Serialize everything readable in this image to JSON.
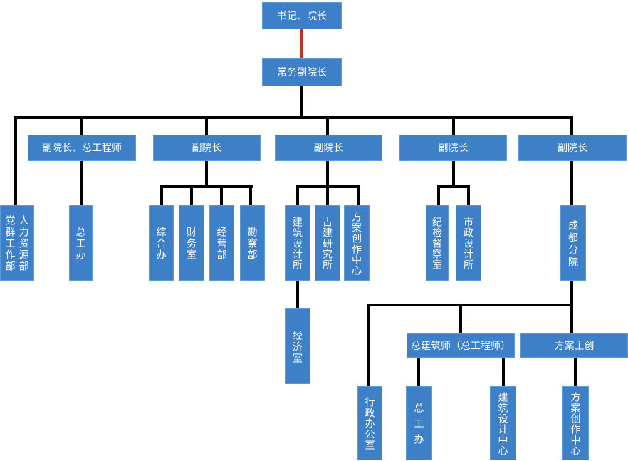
{
  "colors": {
    "box_fill": "#3E80C8",
    "box_border": "#5E9AD4",
    "text": "#FFFFFF",
    "connector": "#000000",
    "special_connector": "#C13529"
  },
  "org": {
    "chairman": {
      "label": "书记、院长"
    },
    "executive_vp": {
      "label": "常务副院长"
    },
    "direct_departments": [
      {
        "label": "党群工作部"
      },
      {
        "label": "人力资源部"
      }
    ],
    "vice_presidents": [
      {
        "label": "副院长、总工程师",
        "departments": [
          {
            "label": "总工办"
          }
        ]
      },
      {
        "label": "副院长",
        "departments": [
          {
            "label": "综合办"
          },
          {
            "label": "财务室"
          },
          {
            "label": "经营部"
          },
          {
            "label": "勘察部"
          }
        ]
      },
      {
        "label": "副院长",
        "departments": [
          {
            "label": "建筑设计所",
            "sub": [
              {
                "label": "经济室"
              }
            ]
          },
          {
            "label": "古建研究所"
          },
          {
            "label": "方案创作中心"
          }
        ]
      },
      {
        "label": "副院长",
        "departments": [
          {
            "label": "纪检督察室"
          },
          {
            "label": "市政设计所"
          }
        ]
      },
      {
        "label": "副院长",
        "departments": [
          {
            "label": "成都分院",
            "sub": [
              {
                "label": "行政办公室"
              },
              {
                "label": "总建筑师（总工程师）",
                "sub": [
                  {
                    "label": "总工办"
                  },
                  {
                    "label": "建筑设计中心"
                  }
                ]
              },
              {
                "label": "方案主创",
                "sub": [
                  {
                    "label": "方案创作中心"
                  }
                ]
              }
            ]
          }
        ]
      }
    ]
  }
}
